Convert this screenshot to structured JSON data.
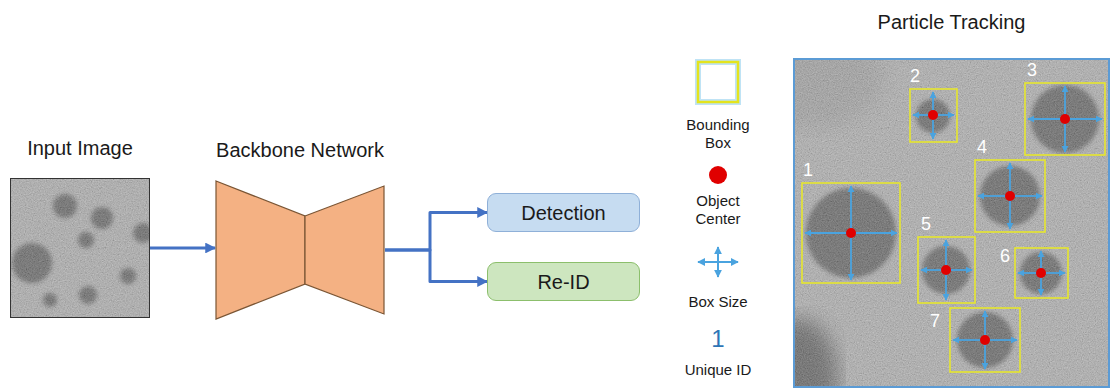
{
  "diagram": {
    "nodes": [
      {
        "text": [
          "Input Image"
        ]
      },
      {
        "text": [
          "Backbone Network"
        ]
      },
      {
        "text": [
          "Detection"
        ]
      },
      {
        "text": [
          "Re-ID"
        ]
      },
      {
        "text": [
          "Particle Tracking"
        ]
      }
    ],
    "edges": [
      {
        "from": 0,
        "to": 1,
        "arrow": "to"
      },
      {
        "from": 1,
        "to": 2,
        "arrow": "to"
      },
      {
        "from": 1,
        "to": 3,
        "arrow": "to"
      }
    ],
    "labels": [
      "1",
      "2",
      "3",
      "4",
      "5",
      "6",
      "7",
      "1"
    ],
    "legend": [
      {
        "text": "Bounding Box"
      },
      {
        "text": "Object Center"
      },
      {
        "text": "Box Size"
      },
      {
        "text": "Unique ID"
      }
    ]
  }
}
